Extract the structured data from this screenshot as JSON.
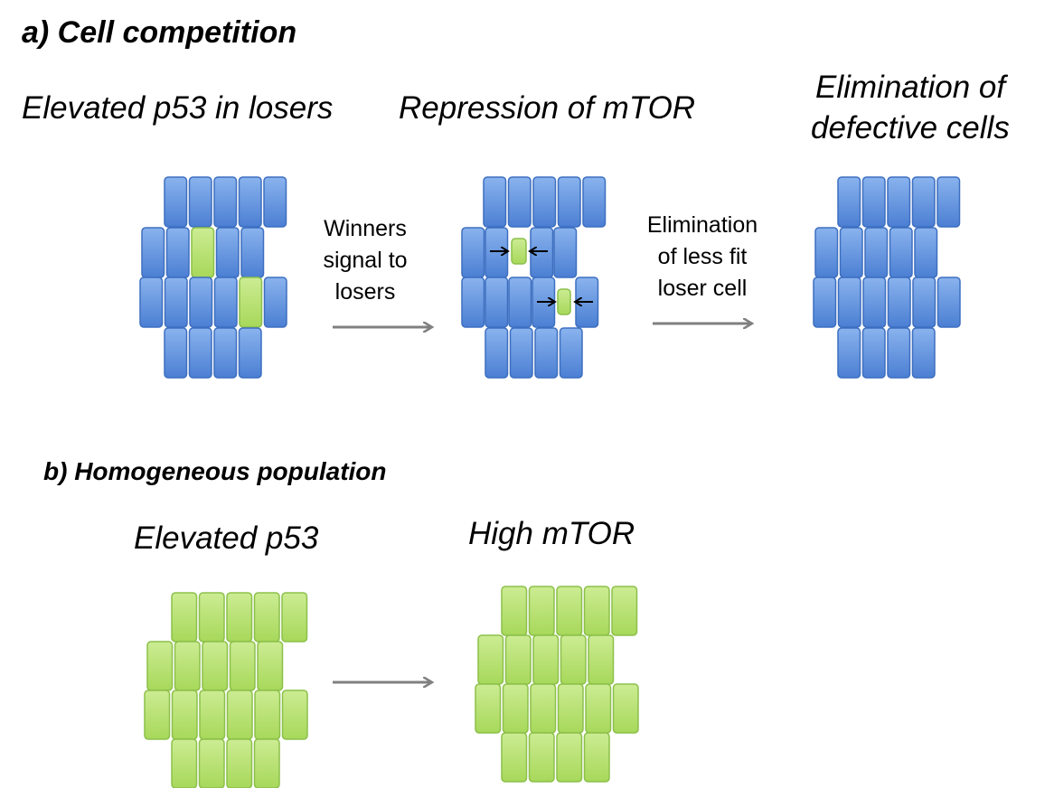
{
  "section_a": {
    "title": "a) Cell competition",
    "stages": [
      {
        "title": "Elevated p53 in losers"
      },
      {
        "title": "Repression of mTOR"
      },
      {
        "title_lines": [
          "Elimination of",
          "defective cells"
        ]
      }
    ],
    "arrows": [
      {
        "label_lines": [
          "Winners",
          "signal to",
          "losers"
        ]
      },
      {
        "label_lines": [
          "Elimination",
          "of less fit",
          "loser cell"
        ]
      }
    ]
  },
  "section_b": {
    "title": "b) Homogeneous population",
    "stages": [
      {
        "title": "Elevated p53"
      },
      {
        "title": "High mTOR"
      }
    ]
  },
  "colors": {
    "winner_cell": "#5b8fdc",
    "loser_cell": "#b4dd6e",
    "arrow": "#808080"
  }
}
